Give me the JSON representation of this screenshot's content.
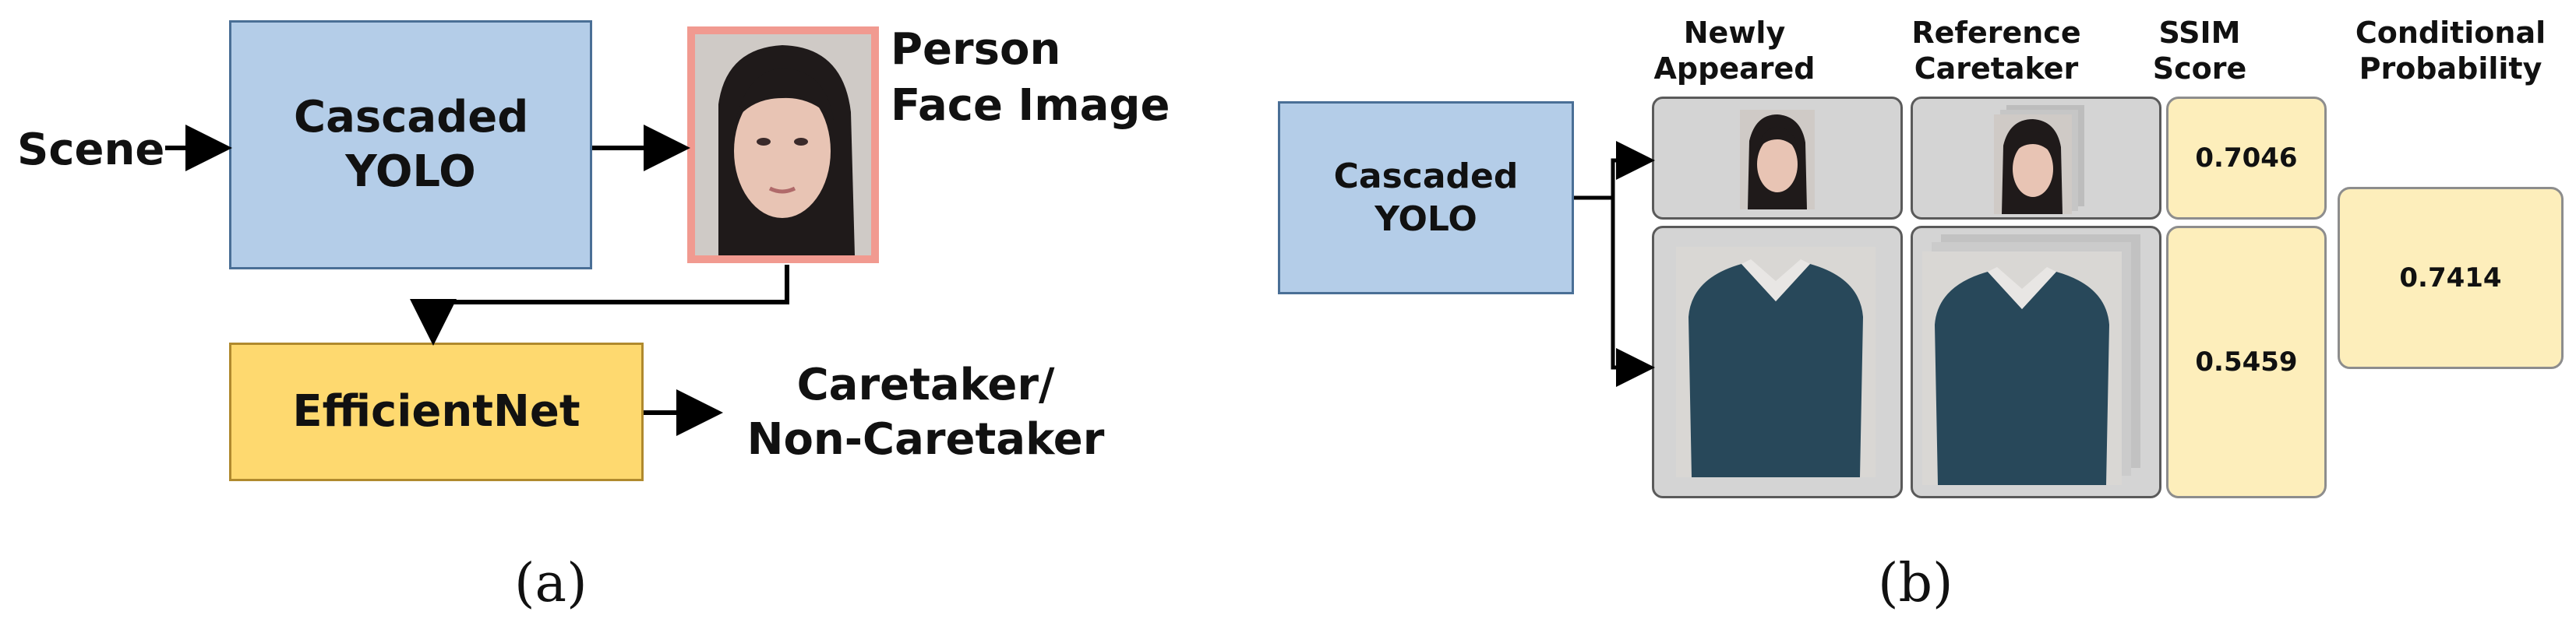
{
  "panel_a": {
    "input_label": "Scene",
    "detector_label": "Cascaded YOLO",
    "crop_label": "Person Face Image",
    "classifier_label": "EfficientNet",
    "output_label": "Caretaker/ Non-Caretaker",
    "caption": "(a)"
  },
  "panel_b": {
    "detector_label": "Cascaded YOLO",
    "col_headers": [
      "Newly Appeared",
      "Reference Caretaker",
      "SSIM Score",
      "Conditional Probability"
    ],
    "ssim_scores": [
      "0.7046",
      "0.5459"
    ],
    "conditional_probability": "0.7414",
    "caption": "(b)"
  },
  "colors": {
    "detector_fill": "#b4cde8",
    "classifier_fill": "#fed96f",
    "score_fill": "#fdeebb",
    "crop_border": "#f19a90"
  }
}
